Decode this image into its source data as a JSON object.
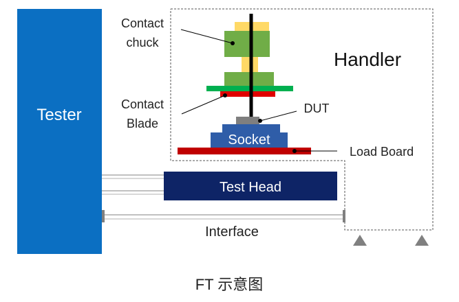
{
  "labels": {
    "tester": "Tester",
    "handler": "Handler",
    "contact_chuck_line1": "Contact",
    "contact_chuck_line2": "chuck",
    "contact_blade_line1": "Contact",
    "contact_blade_line2": "Blade",
    "dut": "DUT",
    "socket": "Socket",
    "load_board": "Load Board",
    "test_head": "Test Head",
    "interface": "Interface",
    "caption": "FT 示意图"
  },
  "colors": {
    "tester_blue": "#0B6FC2",
    "test_head_navy": "#0E2466",
    "socket_blue": "#2F5DA8",
    "chuck_green": "#70AD47",
    "chuck_yellow": "#FFD966",
    "blade_green": "#00B050",
    "blade_red": "#E00000",
    "load_board_red": "#C00000",
    "dut_gray": "#7F7F7F",
    "foot_gray": "#808080"
  }
}
